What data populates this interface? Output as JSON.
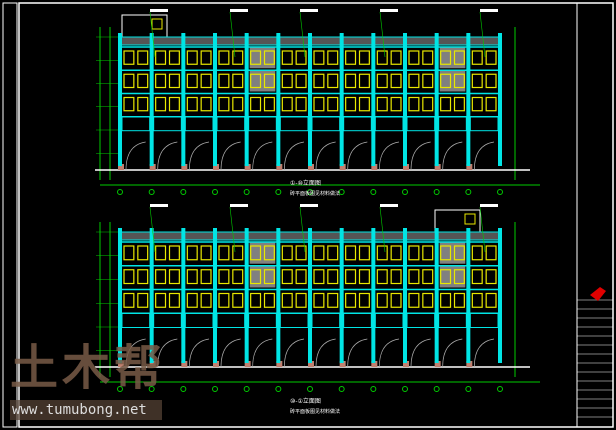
{
  "drawing": {
    "elevation_1_title": "①-⑩立面图",
    "elevation_1_sub": "砖平面板图见材料做法",
    "elevation_2_title": "⑩-①立面图",
    "elevation_2_sub": "砖平面板图见材料做法",
    "bays": 12,
    "floors": 4
  },
  "watermark": {
    "logo": "土木帮",
    "url": "www.tumubong.net"
  },
  "colors": {
    "background": "#000000",
    "frame": "#ffffff",
    "columns": "#00e5e5",
    "windows": "#e8e800",
    "dims": "#00cc00",
    "wall": "#808080",
    "logo": "#e00000"
  }
}
